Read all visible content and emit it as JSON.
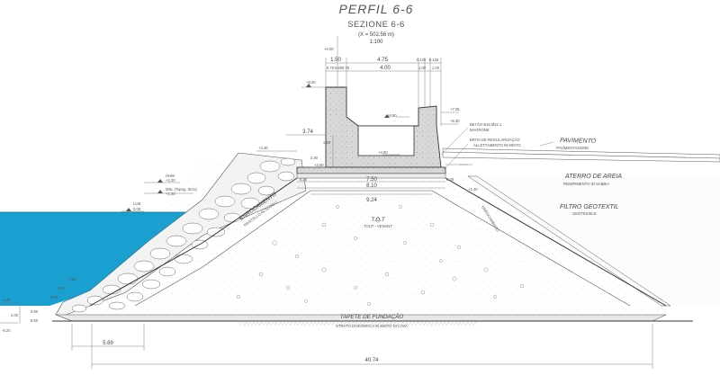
{
  "header": {
    "title": "PERFIL 6-6",
    "subtitle": "SEZIONE 6-6",
    "coord": "(X = 502.56 m)",
    "scale": "1:100"
  },
  "labels": {
    "pavimento": "PAVIMENTO",
    "pavimentazione": "PAVIMENTAZIONE",
    "aterro": "ATERRO DE AREIA",
    "riempimento": "RIEMPIMENTO IN SABBIA",
    "filtro": "FILTRO GEOTEXTIL",
    "geotessile": "GEOTESSILE",
    "tot": "T.O.T",
    "tout_venant": "TOUT - VENANT",
    "tapete": "TAPETE DE FUNDAÇÃO",
    "strato": "STRATO DI BONIFICA IN MISTO DI CAVA",
    "betao": "BETÃO B15 Ø22.1",
    "magrone": "MAGRONE",
    "brita": "BRITA DE REGULARIZAÇÃO",
    "allettamento": "ALLETTAMENTO IN MISTO",
    "enrocamento": "ENROCAMENTO",
    "mantello": "MANTELLO IN SCOGLI",
    "enrocado": "ENROCAMENTO",
    "nivel_hw": "HHW",
    "nivel_hw_val": "+2.20",
    "nivel_msl": "MSL (Topog. Zero)",
    "nivel_msl_val": "+1.20",
    "nivel_llw": "LLW",
    "nivel_llw_val": "0.00"
  },
  "elevations": {
    "top_wall": "+8.00",
    "crown": "+6.80",
    "e705": "+7.05",
    "e630": "+6.30",
    "e430": "+4.30",
    "e400": "+4.00",
    "e300": "+3.00",
    "e140": "+1.40",
    "m640": "-6.40",
    "m620": "-6.20",
    "e00": "+0.00"
  },
  "dimensions": {
    "d150": "1.50",
    "d475": "4.75",
    "d0125a": "0.125",
    "d0125b": "0.125",
    "d070a": "0.70",
    "d060": "0.60",
    "d070b": "0.70",
    "d400": "4.00",
    "d100a": "1.00",
    "d100b": "1.00",
    "d374": "3.74",
    "d100c": "1.00",
    "d240": "2.40",
    "d030a": "0.30",
    "d750": "7.50",
    "d030b": "0.30",
    "d810": "8.10",
    "d924": "9.24",
    "d569": "5.69",
    "d4074": "40.74",
    "d100d": "1.00",
    "d060b": "0.60",
    "d080": "0.80",
    "d150b": "1.50",
    "d200": "2.00",
    "d060c": "0.60"
  },
  "colors": {
    "water": "#1aa0d0",
    "fill": "#fafafa",
    "line": "#555555"
  }
}
